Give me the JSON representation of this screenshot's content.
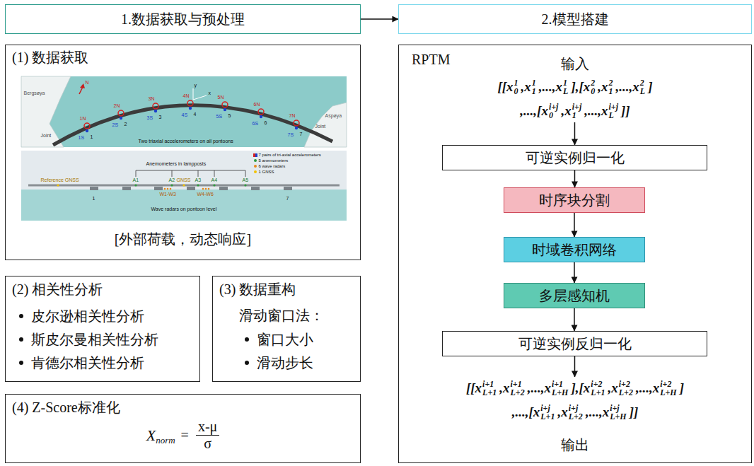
{
  "diagram": {
    "nodes": [
      {
        "text": [
          "1.数据获取与预处理"
        ]
      },
      {
        "text": [
          "2.模型搭建"
        ]
      },
      {
        "text": [
          "(1) 数据获取",
          "[外部荷载，动态响应]"
        ]
      },
      {
        "text": [
          "(2) 相关性分析",
          "皮尔逊相关性分析",
          "斯皮尔曼相关性分析",
          "肯德尔相关性分析"
        ]
      },
      {
        "text": [
          "(3) 数据重构",
          "滑动窗口法：",
          "窗口大小",
          "滑动步长"
        ]
      },
      {
        "text": [
          "(4) Z-Score标准化",
          "X",
          "norm",
          "=",
          "x-μ",
          "σ"
        ]
      },
      {
        "text": [
          "RPTM",
          "输入",
          "[[x",
          "0",
          "1",
          ",x",
          "1",
          "1",
          ",...,x",
          "L",
          "1",
          "],[x",
          "0",
          "2",
          ",x",
          "1",
          "2",
          ",...,x",
          "L",
          "2",
          "]",
          ",...,[x",
          "0",
          "i+j",
          ",x",
          "1",
          "i+j",
          ",...,x",
          "L",
          "i+j",
          "]]",
          "[[x",
          "L+1",
          "i+1",
          ",x",
          "L+2",
          "i+1",
          ",...,x",
          "L+H",
          "i+1",
          "],[x",
          "L+1",
          "i+2",
          ",x",
          "L+2",
          "i+2",
          ",...,x",
          "L+H",
          "i+2",
          "]",
          ",...,[x",
          "L+1",
          "i+j",
          ",x",
          "L+2",
          "i+j",
          ",...,x",
          "L+H",
          "i+j",
          "]]",
          "输出"
        ]
      },
      {
        "text": [
          "可逆实例归一化"
        ],
        "in": 6
      },
      {
        "text": [
          "时序块分割"
        ],
        "in": 6
      },
      {
        "text": [
          "时域卷积网络"
        ],
        "in": 6
      },
      {
        "text": [
          "多层感知机"
        ],
        "in": 6
      },
      {
        "text": [
          "可逆实例反归一化"
        ],
        "in": 6
      }
    ],
    "edges": [
      {
        "from": 0,
        "to": 1,
        "arrow": "to"
      },
      {
        "from": 7,
        "to": 8,
        "arrow": "to"
      },
      {
        "from": 8,
        "to": 9,
        "arrow": "to"
      },
      {
        "from": 9,
        "to": 10,
        "arrow": "to"
      },
      {
        "from": 10,
        "to": 11,
        "arrow": "to"
      }
    ],
    "labels": [
      "N",
      "Bergsøya",
      "Joint",
      "1N",
      "1S",
      "1",
      "2N",
      "2S",
      "2",
      "3N",
      "3S",
      "3",
      "4N",
      "4S",
      "4",
      "5N",
      "5S",
      "5",
      "6N",
      "6S",
      "6",
      "7N",
      "7S",
      "7",
      "y",
      "x",
      "Two triaxial accelerometers on all pontoons",
      "Joint",
      "Aspøya",
      "Anemometers in lampposts",
      "Reference GNSS",
      "A1",
      "A2",
      "GNSS",
      "A3",
      "A4",
      "A5",
      "W1-W3",
      "W4-W6",
      "1",
      "7",
      "Wave radars on pontoon level"
    ],
    "legend": [
      {
        "text": "7 pairs of tri-axial accelerometers"
      },
      {
        "text": "5 anemometers",
        "color": "#2e9b3e"
      },
      {
        "text": "6 wave radars",
        "color": "#e8891a"
      },
      {
        "text": "1 GNSS",
        "color": "#f2c200"
      }
    ]
  }
}
